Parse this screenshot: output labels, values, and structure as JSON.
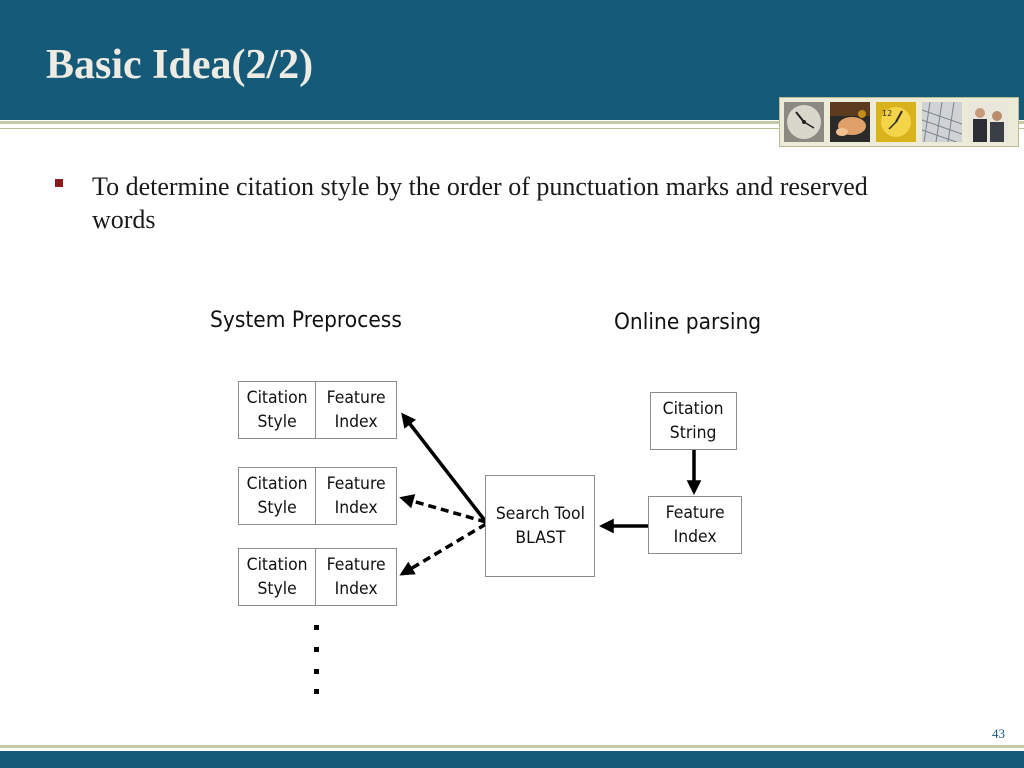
{
  "slide": {
    "title": "Basic Idea(2/2)",
    "bullet": "To determine citation style by the order of  punctuation marks and reserved words",
    "page_number": "43"
  },
  "diagram": {
    "left_heading": "System Preprocess",
    "right_heading": "Online parsing",
    "style_index_pairs": [
      {
        "style": "Citation\nStyle",
        "index": "Feature\nIndex"
      },
      {
        "style": "Citation\nStyle",
        "index": "Feature\nIndex"
      },
      {
        "style": "Citation\nStyle",
        "index": "Feature\nIndex"
      }
    ],
    "search_tool": "Search Tool\nBLAST",
    "citation_string": "Citation\nString",
    "feature_index": "Feature\nIndex"
  },
  "colors": {
    "header": "#165a7a",
    "accent_rule": "#c6c9a8",
    "bullet": "#8b1a1a",
    "title_text": "#eeece2"
  },
  "header_photos": [
    "clock-photo",
    "hand-photo",
    "yellow-clock-photo",
    "grid-photo",
    "business-people-photo"
  ]
}
